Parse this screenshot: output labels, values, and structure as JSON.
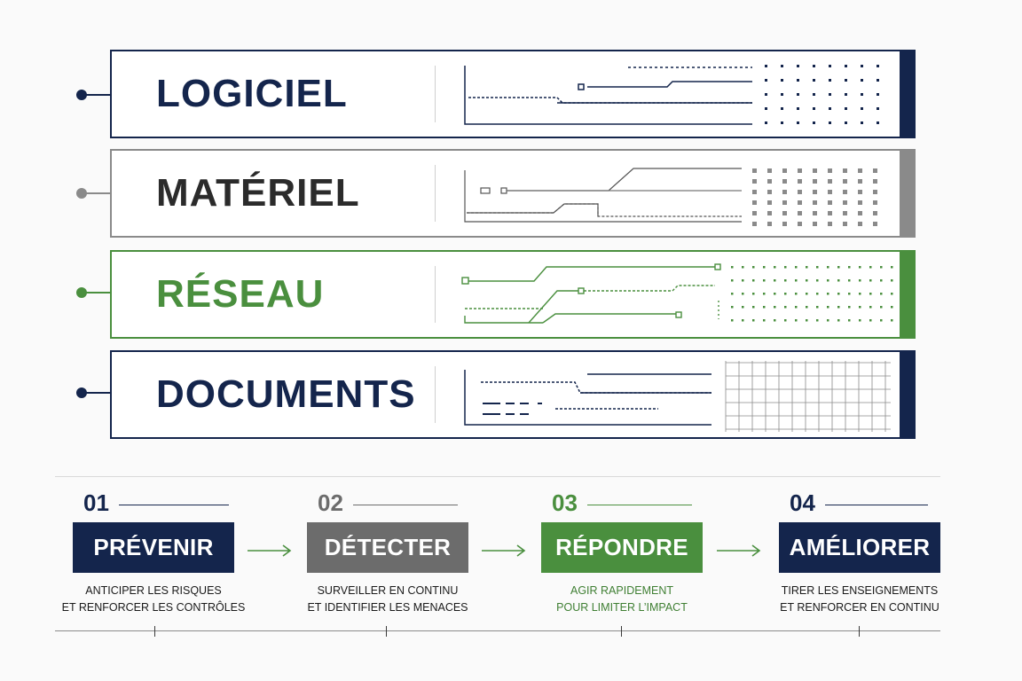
{
  "colors": {
    "navy": "#14254c",
    "gray": "#6c6c6c",
    "green": "#4a8f3e",
    "dark_text": "#2b2b2b"
  },
  "layers": [
    {
      "label": "LOGICIEL",
      "color": "navy"
    },
    {
      "label": "MATÉRIEL",
      "color": "gray"
    },
    {
      "label": "RÉSEAU",
      "color": "green"
    },
    {
      "label": "DOCUMENTS",
      "color": "navy"
    }
  ],
  "steps": [
    {
      "number": "01",
      "title": "PRÉVENIR",
      "desc_line1": "ANTICIPER LES RISQUES",
      "desc_line2": "ET RENFORCER LES CONTRÔLES"
    },
    {
      "number": "02",
      "title": "DÉTECTER",
      "desc_line1": "SURVEILLER EN CONTINU",
      "desc_line2": "ET IDENTIFIER LES MENACES"
    },
    {
      "number": "03",
      "title": "RÉPONDRE",
      "desc_line1": "AGIR RAPIDEMENT",
      "desc_line2": "POUR LIMITER L’IMPACT"
    },
    {
      "number": "04",
      "title": "AMÉLIORER",
      "desc_line1": "TIRER LES ENSEIGNEMENTS",
      "desc_line2": "ET RENFORCER EN CONTINU"
    }
  ]
}
